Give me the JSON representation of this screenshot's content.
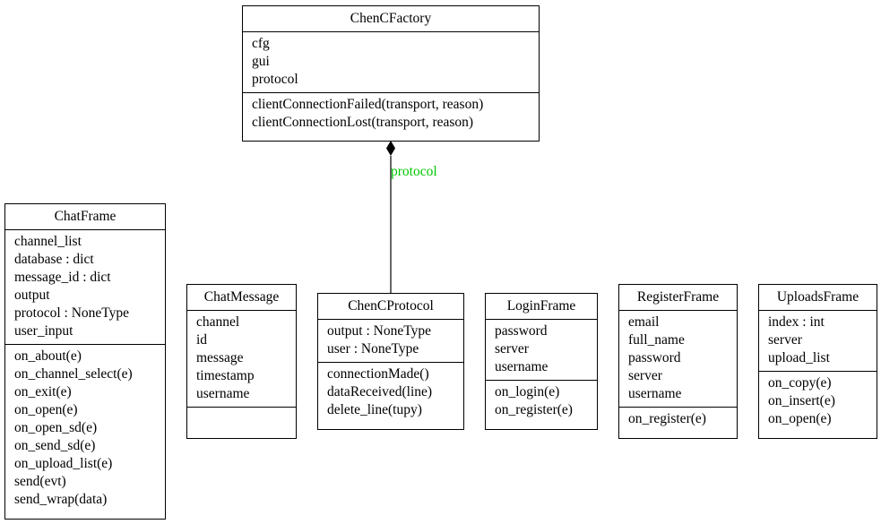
{
  "classes": {
    "chencfactory": {
      "name": "ChenCFactory",
      "attributes": [
        "cfg",
        "gui",
        "protocol"
      ],
      "methods": [
        "clientConnectionFailed(transport, reason)",
        "clientConnectionLost(transport, reason)"
      ]
    },
    "chatframe": {
      "name": "ChatFrame",
      "attributes": [
        "channel_list",
        "database : dict",
        "message_id : dict",
        "output",
        "protocol : NoneType",
        "user_input"
      ],
      "methods": [
        "on_about(e)",
        "on_channel_select(e)",
        "on_exit(e)",
        "on_open(e)",
        "on_open_sd(e)",
        "on_send_sd(e)",
        "on_upload_list(e)",
        "send(evt)",
        "send_wrap(data)"
      ]
    },
    "chatmessage": {
      "name": "ChatMessage",
      "attributes": [
        "channel",
        "id",
        "message",
        "timestamp",
        "username"
      ],
      "methods": []
    },
    "chencprotocol": {
      "name": "ChenCProtocol",
      "attributes": [
        "output : NoneType",
        "user : NoneType"
      ],
      "methods": [
        "connectionMade()",
        "dataReceived(line)",
        "delete_line(tupy)"
      ]
    },
    "loginframe": {
      "name": "LoginFrame",
      "attributes": [
        "password",
        "server",
        "username"
      ],
      "methods": [
        "on_login(e)",
        "on_register(e)"
      ]
    },
    "registerframe": {
      "name": "RegisterFrame",
      "attributes": [
        "email",
        "full_name",
        "password",
        "server",
        "username"
      ],
      "methods": [
        "on_register(e)"
      ]
    },
    "uploadsframe": {
      "name": "UploadsFrame",
      "attributes": [
        "index : int",
        "server",
        "upload_list"
      ],
      "methods": [
        "on_copy(e)",
        "on_insert(e)",
        "on_open(e)"
      ]
    }
  },
  "associations": [
    {
      "label": "protocol",
      "from": "ChenCFactory",
      "to": "ChenCProtocol",
      "type": "composition",
      "label_color": "#00c800"
    }
  ]
}
